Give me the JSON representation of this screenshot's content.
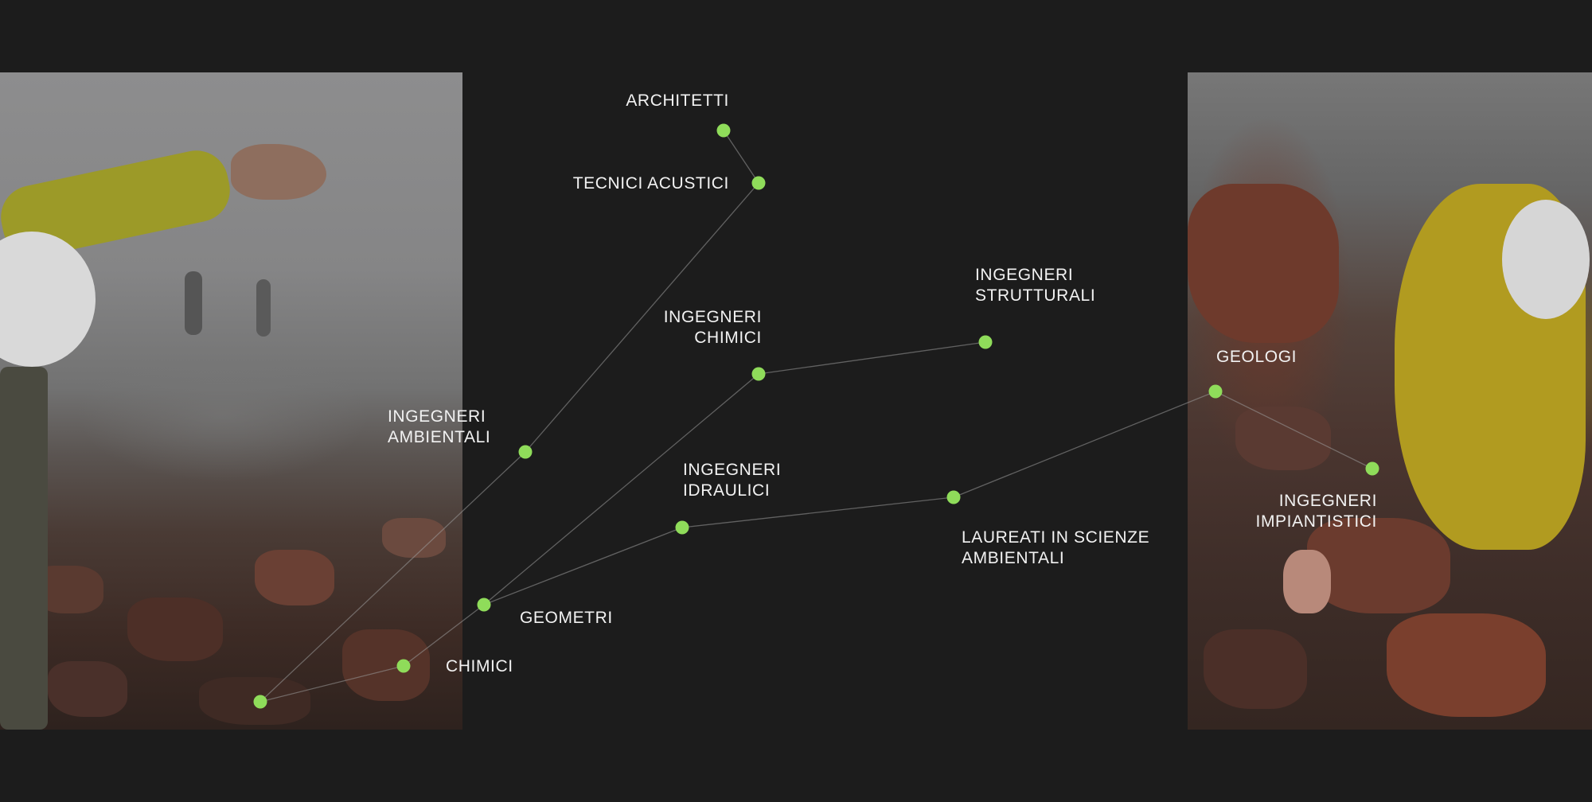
{
  "colors": {
    "background": "#1c1c1c",
    "node": "#8fdc5a",
    "line": "#9a9a9a",
    "text": "#f2f2f2"
  },
  "nodes": {
    "architetti": {
      "lines": [
        "ARCHITETTI"
      ]
    },
    "tecnici_acustici": {
      "lines": [
        "TECNICI ACUSTICI"
      ]
    },
    "ingegneri_strutturali": {
      "lines": [
        "INGEGNERI",
        "STRUTTURALI"
      ]
    },
    "ingegneri_chimici": {
      "lines": [
        "INGEGNERI",
        "CHIMICI"
      ]
    },
    "geologi": {
      "lines": [
        "GEOLOGI"
      ]
    },
    "ingegneri_ambientali": {
      "lines": [
        "INGEGNERI",
        "AMBIENTALI"
      ]
    },
    "ingegneri_idraulici": {
      "lines": [
        "INGEGNERI",
        "IDRAULICI"
      ]
    },
    "ingegneri_impiantistici": {
      "lines": [
        "INGEGNERI",
        "IMPIANTISTICI"
      ]
    },
    "laureati_scienze_ambientali": {
      "lines": [
        "LAUREATI IN SCIENZE",
        "AMBIENTALI"
      ]
    },
    "geometri": {
      "lines": [
        "GEOMETRI"
      ]
    },
    "chimici": {
      "lines": [
        "CHIMICI"
      ]
    }
  },
  "photos": {
    "left": {
      "subject": "climber with helmet on foggy rocky slope"
    },
    "right": {
      "subject": "climber in yellow jacket on red rocks"
    }
  }
}
